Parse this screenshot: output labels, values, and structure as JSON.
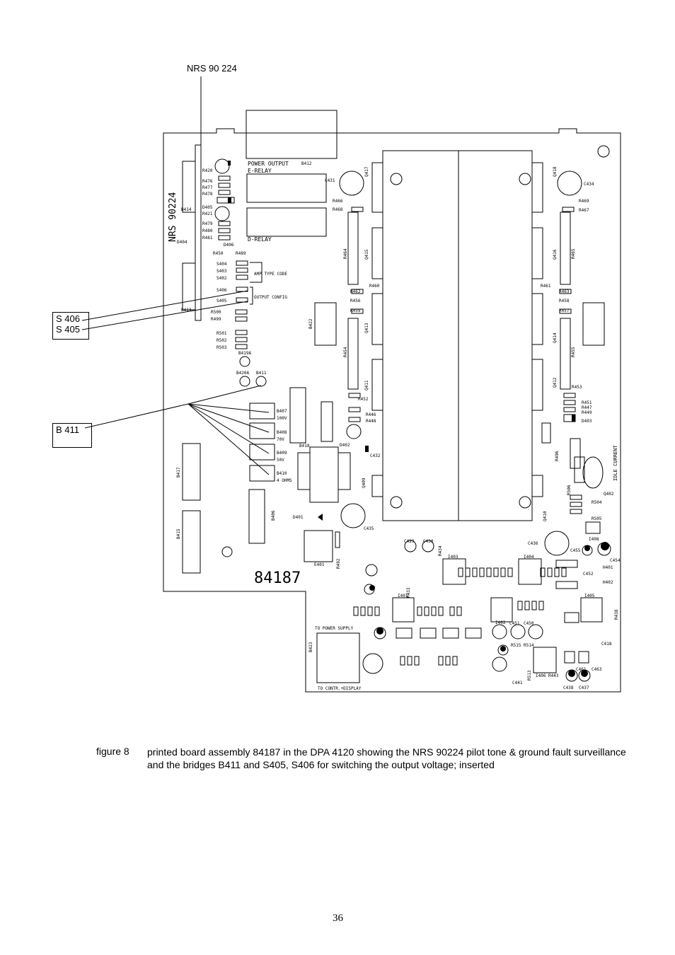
{
  "callouts": {
    "top": "NRS 90 224",
    "switches": [
      "S 406",
      "S 405"
    ],
    "bridge": "B 411"
  },
  "board": {
    "number": "84187",
    "vertical_label": "NRS 90224",
    "power_output": "POWER OUTPUT",
    "e_relay": "E-RELAY",
    "d_relay": "D-RELAY",
    "amp_type_code": "AMP TYPE CODE",
    "output_config": "OUTPUT CONFIG",
    "idle_current": "IDLE CURRENT",
    "to_power_supply": "TO POWER SUPPLY",
    "to_contr_display": "TO CONTR.+DISPLAY",
    "voltage_taps": [
      "100V",
      "70V",
      "50V",
      "4 OHMS"
    ],
    "bridges": [
      "B407",
      "B408",
      "B409",
      "B410"
    ],
    "switch_labels": [
      "S404",
      "S403",
      "S402",
      "S406",
      "S405"
    ],
    "connectors": [
      "B412",
      "B413",
      "B414",
      "B415",
      "B417",
      "B422",
      "B423",
      "B406",
      "B418"
    ],
    "parts": [
      "R420",
      "R476",
      "R477",
      "R478",
      "D405",
      "R421",
      "R479",
      "R480",
      "R481",
      "D404",
      "D406",
      "R450",
      "R489",
      "R500",
      "R499",
      "R501",
      "R502",
      "R503",
      "B419A",
      "B420A",
      "B411",
      "C431",
      "C434",
      "C432",
      "C435",
      "C436",
      "R466",
      "R468",
      "R469",
      "R467",
      "R464",
      "R465",
      "R460",
      "R461",
      "R462",
      "R463",
      "R456",
      "R459",
      "R458",
      "R457",
      "R454",
      "R455",
      "R452",
      "R453",
      "R451",
      "R447",
      "R449",
      "R446",
      "R448",
      "Q417",
      "Q418",
      "Q415",
      "Q416",
      "Q413",
      "Q414",
      "Q411",
      "Q412",
      "Q409",
      "Q410",
      "Q402",
      "D402",
      "D403",
      "D401",
      "R433",
      "R434",
      "C429",
      "C430",
      "I401",
      "I402",
      "I403",
      "I404",
      "I405",
      "I406",
      "C437",
      "C438",
      "R492",
      "E401",
      "R496",
      "R505",
      "R504",
      "R506",
      "I408",
      "C454",
      "C455",
      "H401",
      "H402",
      "C441",
      "C450",
      "C451",
      "C452",
      "R515",
      "R514",
      "R513",
      "R443",
      "C461",
      "C463",
      "R438",
      "C418"
    ]
  },
  "caption": {
    "label": "figure 8",
    "text": "printed board assembly 84187 in the DPA 4120 showing the NRS 90224 pilot tone & ground fault surveillance and the bridges B411 and S405, S406 for switching the output voltage; inserted"
  },
  "page_number": "36"
}
